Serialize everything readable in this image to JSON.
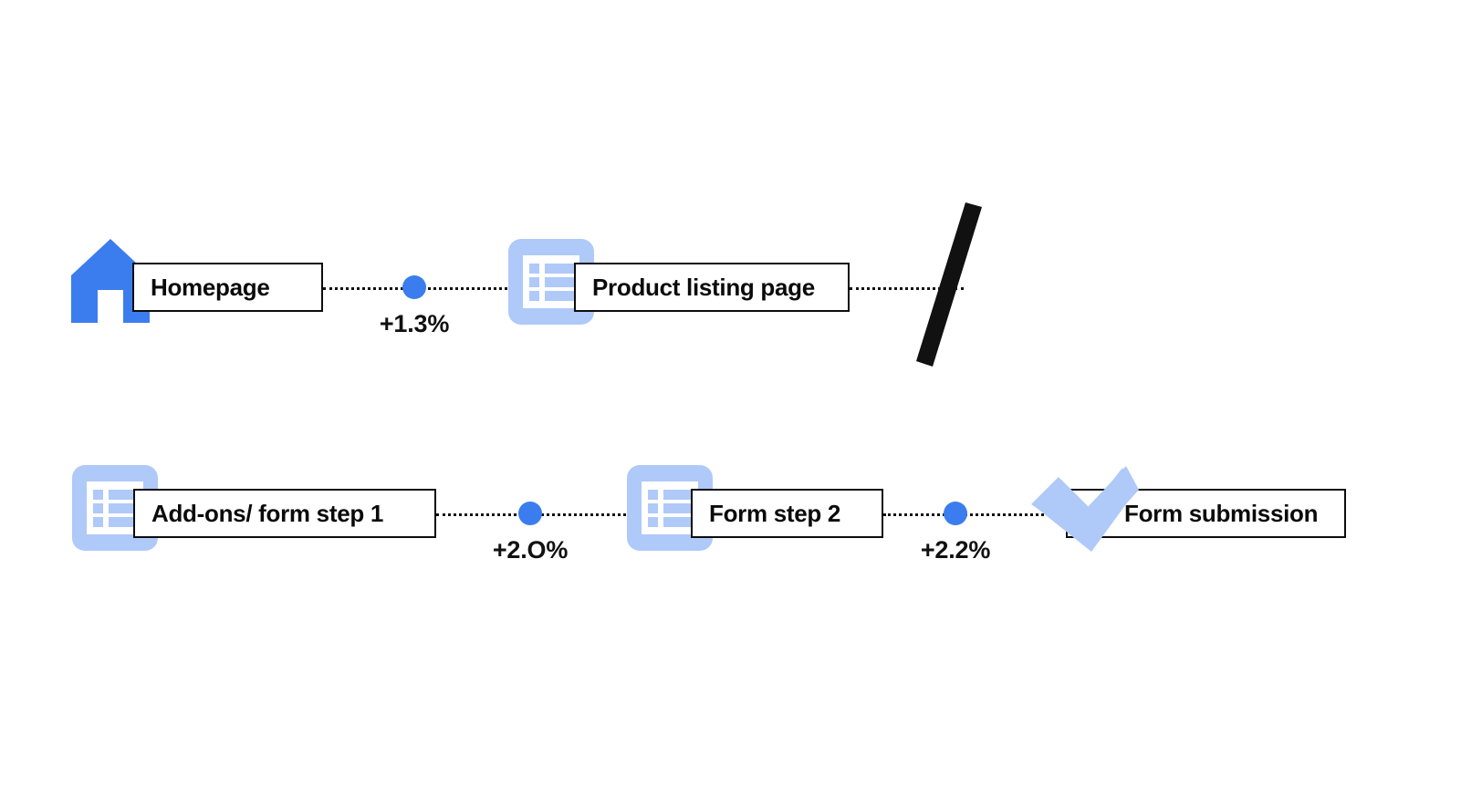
{
  "meta": {
    "title": "User journey funnel uplift diagram",
    "background_color": "#FFFFFF"
  },
  "colors": {
    "brand_blue": "#3B7DEE",
    "icon_blue_light": "#AFC9F9",
    "node_dot": "#3B7DEE",
    "text": "#0B0B0B",
    "box_border": "#0D0D0D",
    "slash_black": "#111111",
    "dotted_line": "#111111"
  },
  "chart_data": {
    "type": "diagram",
    "title": "User journey funnel uplift diagram",
    "steps": [
      {
        "id": "homepage",
        "label": "Homepage",
        "icon": "house-icon",
        "row": 1,
        "order": 1
      },
      {
        "id": "product-listing",
        "label": "Product listing page",
        "icon": "list-icon",
        "row": 1,
        "order": 2
      },
      {
        "id": "add-ons-form-step-1",
        "label": "Add-ons/ form step 1",
        "icon": "list-icon",
        "row": 2,
        "order": 3
      },
      {
        "id": "form-step-2",
        "label": "Form step 2",
        "icon": "list-icon",
        "row": 2,
        "order": 4
      },
      {
        "id": "form-submission",
        "label": "Form submission",
        "icon": "check-mark-icon",
        "row": 2,
        "order": 5
      }
    ],
    "connectors": [
      {
        "from": "homepage",
        "to": "product-listing",
        "value": "+1.3%",
        "numeric": 1.3,
        "unit": "%"
      },
      {
        "from": "add-ons-form-step-1",
        "to": "form-step-2",
        "value": "+2.O%",
        "numeric": 2.0,
        "unit": "%"
      },
      {
        "from": "form-step-2",
        "to": "form-submission",
        "value": "+2.2%",
        "numeric": 2.2,
        "unit": "%"
      }
    ],
    "legend": [],
    "notes": "Dotted connectors with a solid blue node dot at the midpoint; a thick black diagonal slash marks the line break between row 1 and row 2."
  },
  "row1": {
    "step1": {
      "label": "Homepage"
    },
    "step2": {
      "label": "Product listing page"
    },
    "uplift1": {
      "value": "+1.3%"
    }
  },
  "row2": {
    "step3": {
      "label": "Add-ons/ form step 1"
    },
    "step4": {
      "label": "Form step 2"
    },
    "step5": {
      "label": "Form submission"
    },
    "uplift2": {
      "value": "+2.O%"
    },
    "uplift3": {
      "value": "+2.2%"
    }
  }
}
